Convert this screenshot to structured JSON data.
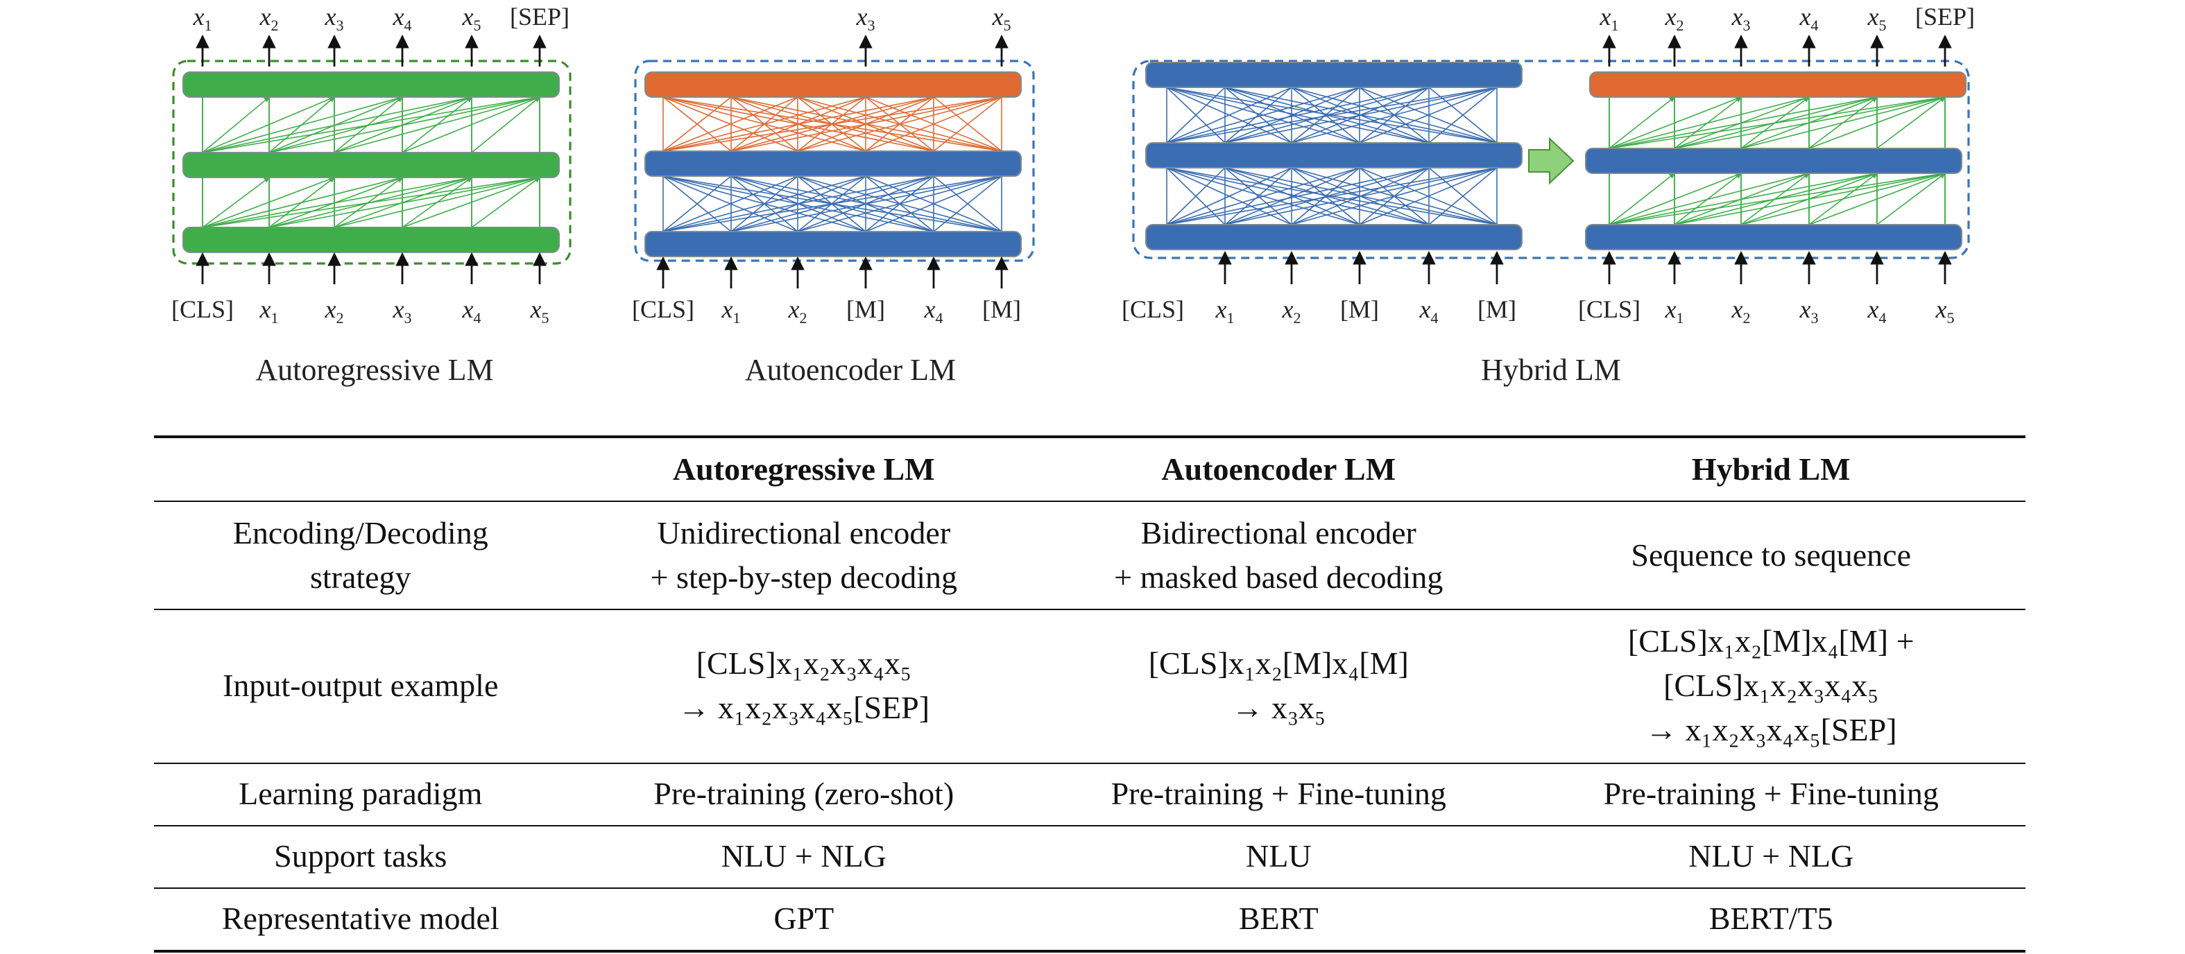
{
  "panels": {
    "ar": {
      "title": "Autoregressive LM",
      "outputs": [
        [
          "x",
          "1"
        ],
        [
          "x",
          "2"
        ],
        [
          "x",
          "3"
        ],
        [
          "x",
          "4"
        ],
        [
          "x",
          "5"
        ],
        [
          "[SEP]",
          ""
        ]
      ],
      "inputs": [
        [
          "[CLS]",
          ""
        ],
        [
          "x",
          "1"
        ],
        [
          "x",
          "2"
        ],
        [
          "x",
          "3"
        ],
        [
          "x",
          "4"
        ],
        [
          "x",
          "5"
        ]
      ]
    },
    "ae": {
      "title": "Autoencoder LM",
      "outputs": [
        [
          "x",
          "3"
        ],
        [
          "x",
          "5"
        ]
      ],
      "inputs": [
        [
          "[CLS]",
          ""
        ],
        [
          "x",
          "1"
        ],
        [
          "x",
          "2"
        ],
        [
          "[M]",
          ""
        ],
        [
          "x",
          "4"
        ],
        [
          "[M]",
          ""
        ]
      ]
    },
    "hy": {
      "title": "Hybrid LM",
      "outputs": [
        [
          "x",
          "1"
        ],
        [
          "x",
          "2"
        ],
        [
          "x",
          "3"
        ],
        [
          "x",
          "4"
        ],
        [
          "x",
          "5"
        ],
        [
          "[SEP]",
          ""
        ]
      ],
      "enc_inputs": [
        [
          "[CLS]",
          ""
        ],
        [
          "x",
          "1"
        ],
        [
          "x",
          "2"
        ],
        [
          "[M]",
          ""
        ],
        [
          "x",
          "4"
        ],
        [
          "[M]",
          ""
        ]
      ],
      "dec_inputs": [
        [
          "[CLS]",
          ""
        ],
        [
          "x",
          "1"
        ],
        [
          "x",
          "2"
        ],
        [
          "x",
          "3"
        ],
        [
          "x",
          "4"
        ],
        [
          "x",
          "5"
        ]
      ]
    }
  },
  "colors": {
    "green": "#3FAE4A",
    "blue": "#3B6DB3",
    "orange": "#E06A32",
    "green_dash": "#3F8A2E",
    "blue_dash": "#3B73B8",
    "arrow_fill": "#8FD07A"
  },
  "table": {
    "headers": [
      "",
      "Autoregressive LM",
      "Autoencoder LM",
      "Hybrid LM"
    ],
    "rows": {
      "encoding": {
        "label": [
          "Encoding/Decoding",
          "strategy"
        ],
        "ar": [
          "Unidirectional encoder",
          "+ step-by-step decoding"
        ],
        "ae": [
          "Bidirectional encoder",
          "+ masked based decoding"
        ],
        "hy": [
          "Sequence to sequence"
        ]
      },
      "io": {
        "label": "Input-output example",
        "ar": [
          "[CLS]x₁x₂x₃x₄x₅",
          "→ x₁x₂x₃x₄x₅[SEP]"
        ],
        "ae": [
          "[CLS]x₁x₂[M]x₄[M]",
          "→ x₃x₅"
        ],
        "hy": [
          "[CLS]x₁x₂[M]x₄[M] +",
          "[CLS]x₁x₂x₃x₄x₅",
          "→ x₁x₂x₃x₄x₅[SEP]"
        ]
      },
      "paradigm": {
        "label": "Learning paradigm",
        "ar": "Pre-training (zero-shot)",
        "ae": "Pre-training + Fine-tuning",
        "hy": "Pre-training + Fine-tuning"
      },
      "tasks": {
        "label": "Support tasks",
        "ar": "NLU + NLG",
        "ae": "NLU",
        "hy": "NLU + NLG"
      },
      "model": {
        "label": "Representative model",
        "ar": "GPT",
        "ae": "BERT",
        "hy": "BERT/T5"
      }
    }
  }
}
